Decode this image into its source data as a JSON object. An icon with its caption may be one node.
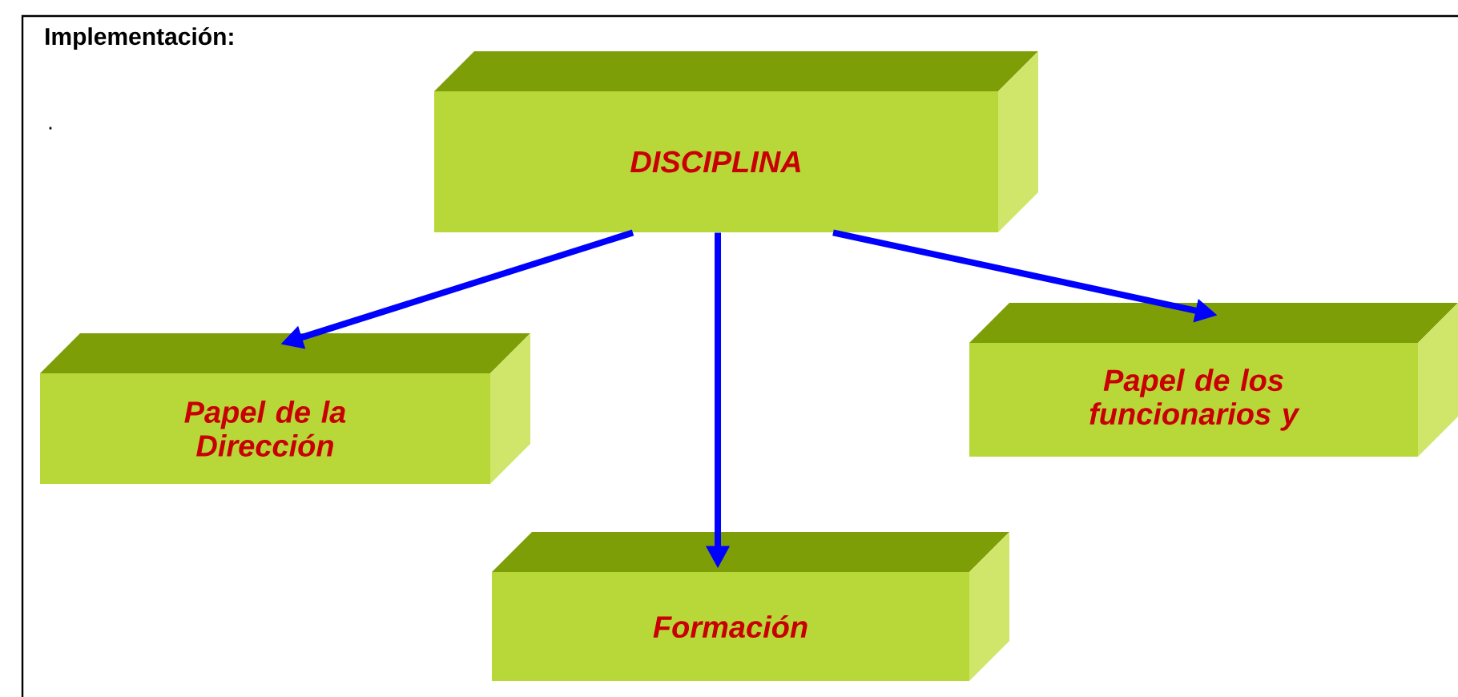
{
  "diagram": {
    "title": "Implementación:",
    "nodes": [
      {
        "text": [
          "DISCIPLINA"
        ]
      },
      {
        "text": [
          "Papel de la Dirección"
        ]
      },
      {
        "text": [
          "Papel de los funcionarios y"
        ]
      },
      {
        "text": [
          "Formación"
        ]
      }
    ],
    "edges": [
      {
        "from": 0,
        "to": 1,
        "arrow": "to"
      },
      {
        "from": 0,
        "to": 3,
        "arrow": "to"
      },
      {
        "from": 0,
        "to": 2,
        "arrow": "to"
      }
    ],
    "labels": [
      "."
    ]
  }
}
